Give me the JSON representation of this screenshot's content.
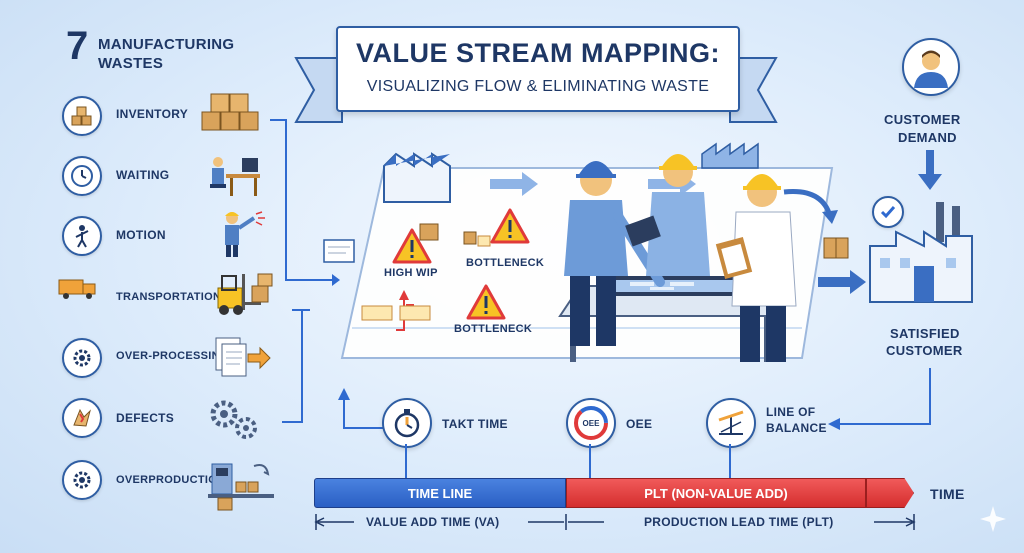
{
  "wastes": {
    "number": "7",
    "heading_line1": "MANUFACTURING",
    "heading_line2": "WASTES",
    "items": [
      {
        "label": "INVENTORY"
      },
      {
        "label": "WAITING"
      },
      {
        "label": "MOTION"
      },
      {
        "label": "TRANSPORTATION"
      },
      {
        "label": "OVER-PROCESSING"
      },
      {
        "label": "DEFECTS"
      },
      {
        "label": "OVERPRODUCTION"
      }
    ]
  },
  "banner": {
    "title": "VALUE STREAM MAPPING:",
    "subtitle": "VISUALIZING FLOW & ELIMINATING WASTE"
  },
  "map": {
    "high_wip": "HIGH WIP",
    "bottleneck_1": "BOTTLENECK",
    "bottleneck_2": "BOTTLENECK"
  },
  "customer": {
    "demand_line1": "CUSTOMER",
    "demand_line2": "DEMAND",
    "satisfied_line1": "SATISFIED",
    "satisfied_line2": "CUSTOMER"
  },
  "metrics": {
    "takt": "TAKT TIME",
    "oee_badge": "OEE",
    "oee": "OEE",
    "lob_line1": "LINE OF",
    "lob_line2": "BALANCE"
  },
  "timeline": {
    "time_line": "TIME LINE",
    "plt_nva": "PLT (NON-VALUE ADD)",
    "time": "TIME",
    "va_time": "VALUE ADD TIME (VA)",
    "plt": "PRODUCTION LEAD TIME (PLT)"
  },
  "colors": {
    "navy": "#1e3765",
    "accent_blue": "#2f6ad0",
    "warning_red": "#e03a3a",
    "warning_yellow": "#f7c325"
  }
}
